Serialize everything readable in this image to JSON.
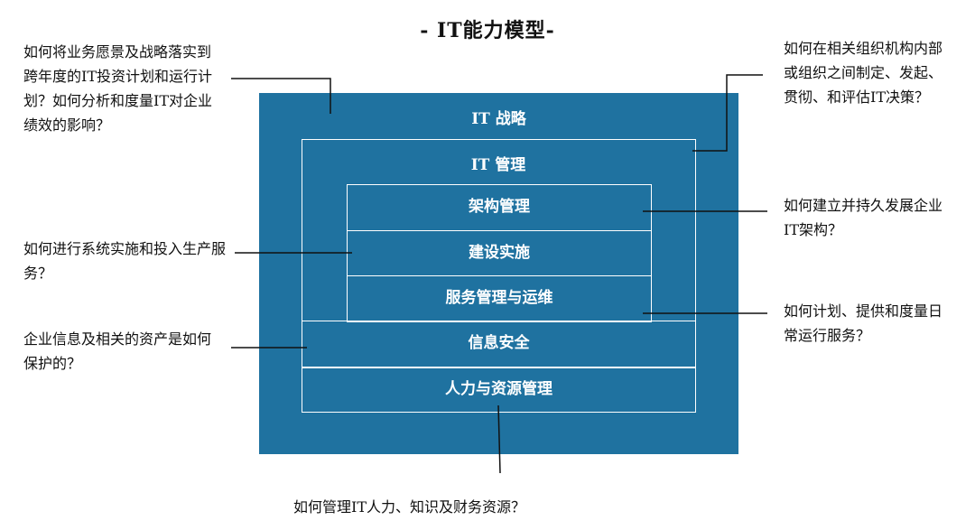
{
  "title": "- IT能力模型-",
  "layers": {
    "strategy": "IT 战略",
    "management": "IT 管理",
    "architecture": "架构管理",
    "construction": "建设实施",
    "service_ops": "服务管理与运维",
    "info_security": "信息安全",
    "hr_resources": "人力与资源管理"
  },
  "notes": {
    "strategy": "如何将业务愿景及战略落实到跨年度的IT投资计划和运行计划？如何分析和度量IT对企业绩效的影响？",
    "decision": "如何在相关组织机构内部或组织之间制定、发起、贯彻、和评估IT决策？",
    "architecture": "如何建立并持久发展企业IT架构？",
    "construction": "如何进行系统实施和投入生产服务？",
    "service": "如何计划、提供和度量日常运行服务？",
    "security": "企业信息及相关的资产是如何保护的？",
    "resources": "如何管理IT人力、知识及财务资源？"
  },
  "colors": {
    "fill": "#1f72a0",
    "outline": "#ffffff",
    "line": "#111111"
  }
}
